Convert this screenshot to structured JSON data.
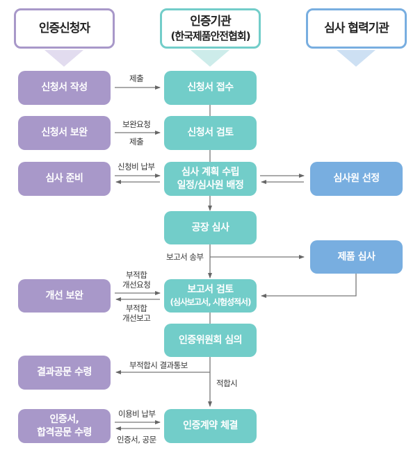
{
  "headers": {
    "applicant": {
      "label": "인증신청자",
      "color": "#a898c9"
    },
    "agency": {
      "label": "인증기관",
      "sub": "(한국제품안전협회)",
      "color": "#72cdc9"
    },
    "partner": {
      "label": "심사 협력기관",
      "color": "#78aee0"
    }
  },
  "applicant_steps": {
    "write": "신청서 작성",
    "supplement": "신청서 보완",
    "prepare": "심사 준비",
    "improve": "개선 보완",
    "result_letter": "결과공문 수령",
    "cert_line1": "인증서,",
    "cert_line2": "합격공문 수령"
  },
  "agency_steps": {
    "receipt": "신청서 접수",
    "review": "신청서 검토",
    "plan_line1": "심사 계획 수립",
    "plan_line2": "일정/심사원 배정",
    "factory": "공장 심사",
    "report_review": "보고서 검토",
    "report_review_sub": "(심사보고서, 시험성적서)",
    "committee": "인증위원회 심의",
    "contract": "인증계약 체결"
  },
  "partner_steps": {
    "auditor_select": "심사원 선정",
    "product_audit": "제품 심사"
  },
  "arrow_labels": {
    "submit1": "제출",
    "supplement_request": "보완요청",
    "submit2": "제출",
    "fee_payment": "신청비 납부",
    "report_send": "보고서 송부",
    "nonconform_request_1": "부적합",
    "nonconform_request_2": "개선요청",
    "nonconform_report_1": "부적합",
    "nonconform_report_2": "개선보고",
    "fail_notice": "부적합시 결과통보",
    "pass": "적합시",
    "usage_fee": "이용비 납부",
    "cert_doc": "인증서, 공문"
  }
}
